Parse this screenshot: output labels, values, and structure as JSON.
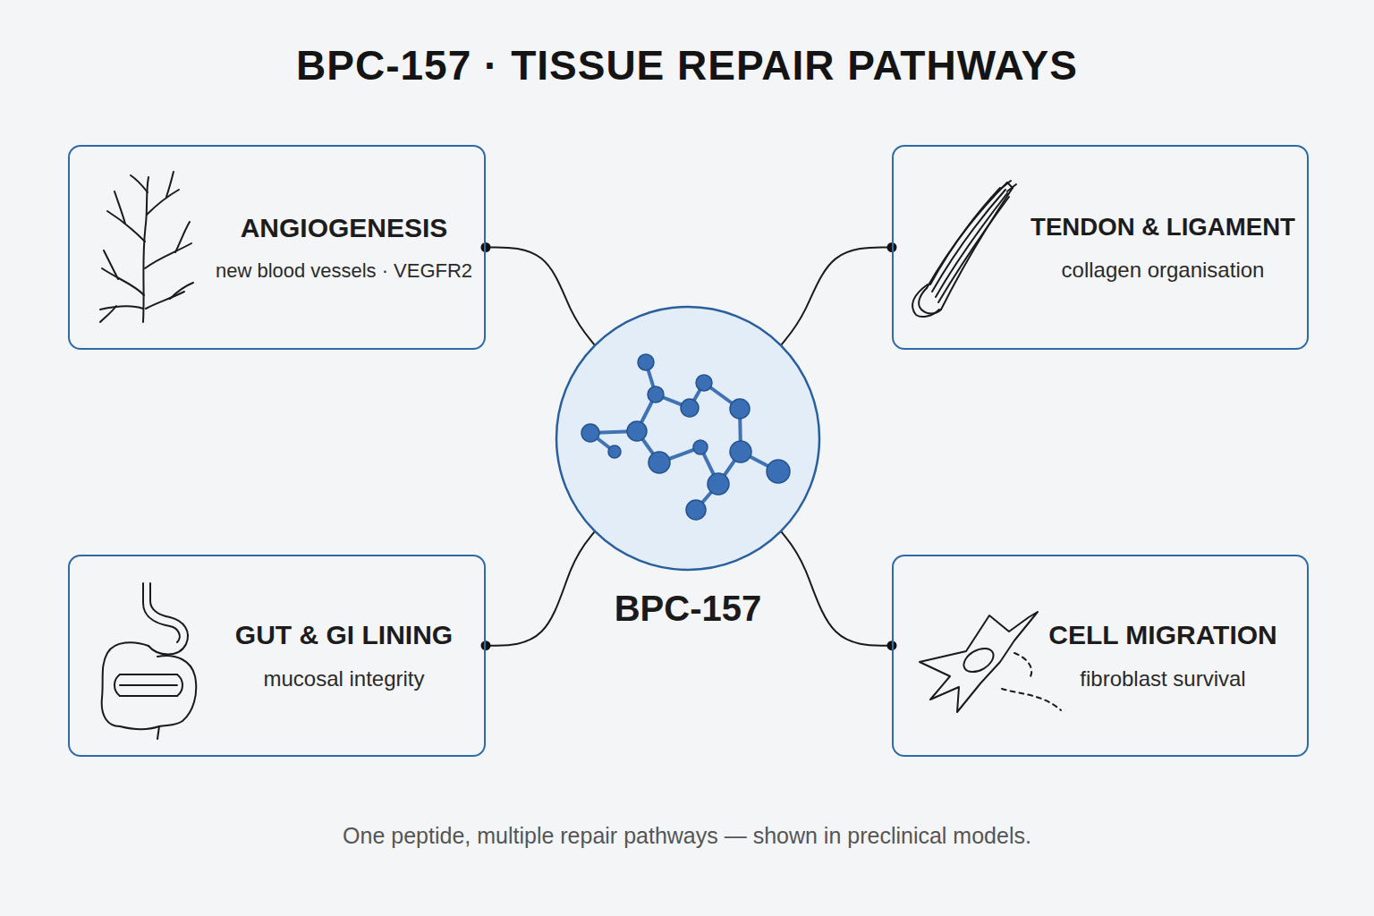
{
  "diagram": {
    "title": "BPC-157 · TISSUE REPAIR PATHWAYS",
    "caption": "One peptide, multiple repair pathways — shown in preclinical models.",
    "nodes": [
      {
        "text": [
          "ANGIOGENESIS",
          "new blood vessels · VEGFR2"
        ]
      },
      {
        "text": [
          "TENDON & LIGAMENT",
          "collagen organisation"
        ]
      },
      {
        "text": [
          "BPC-157"
        ]
      },
      {
        "text": [
          "GUT & GI LINING",
          "mucosal integrity"
        ]
      },
      {
        "text": [
          "CELL MIGRATION",
          "fibroblast survival"
        ]
      }
    ],
    "edges": [
      {
        "from": 2,
        "to": 0,
        "arrow": "none"
      },
      {
        "from": 2,
        "to": 1,
        "arrow": "none"
      },
      {
        "from": 2,
        "to": 3,
        "arrow": "none"
      },
      {
        "from": 2,
        "to": 4,
        "arrow": "none"
      }
    ]
  }
}
